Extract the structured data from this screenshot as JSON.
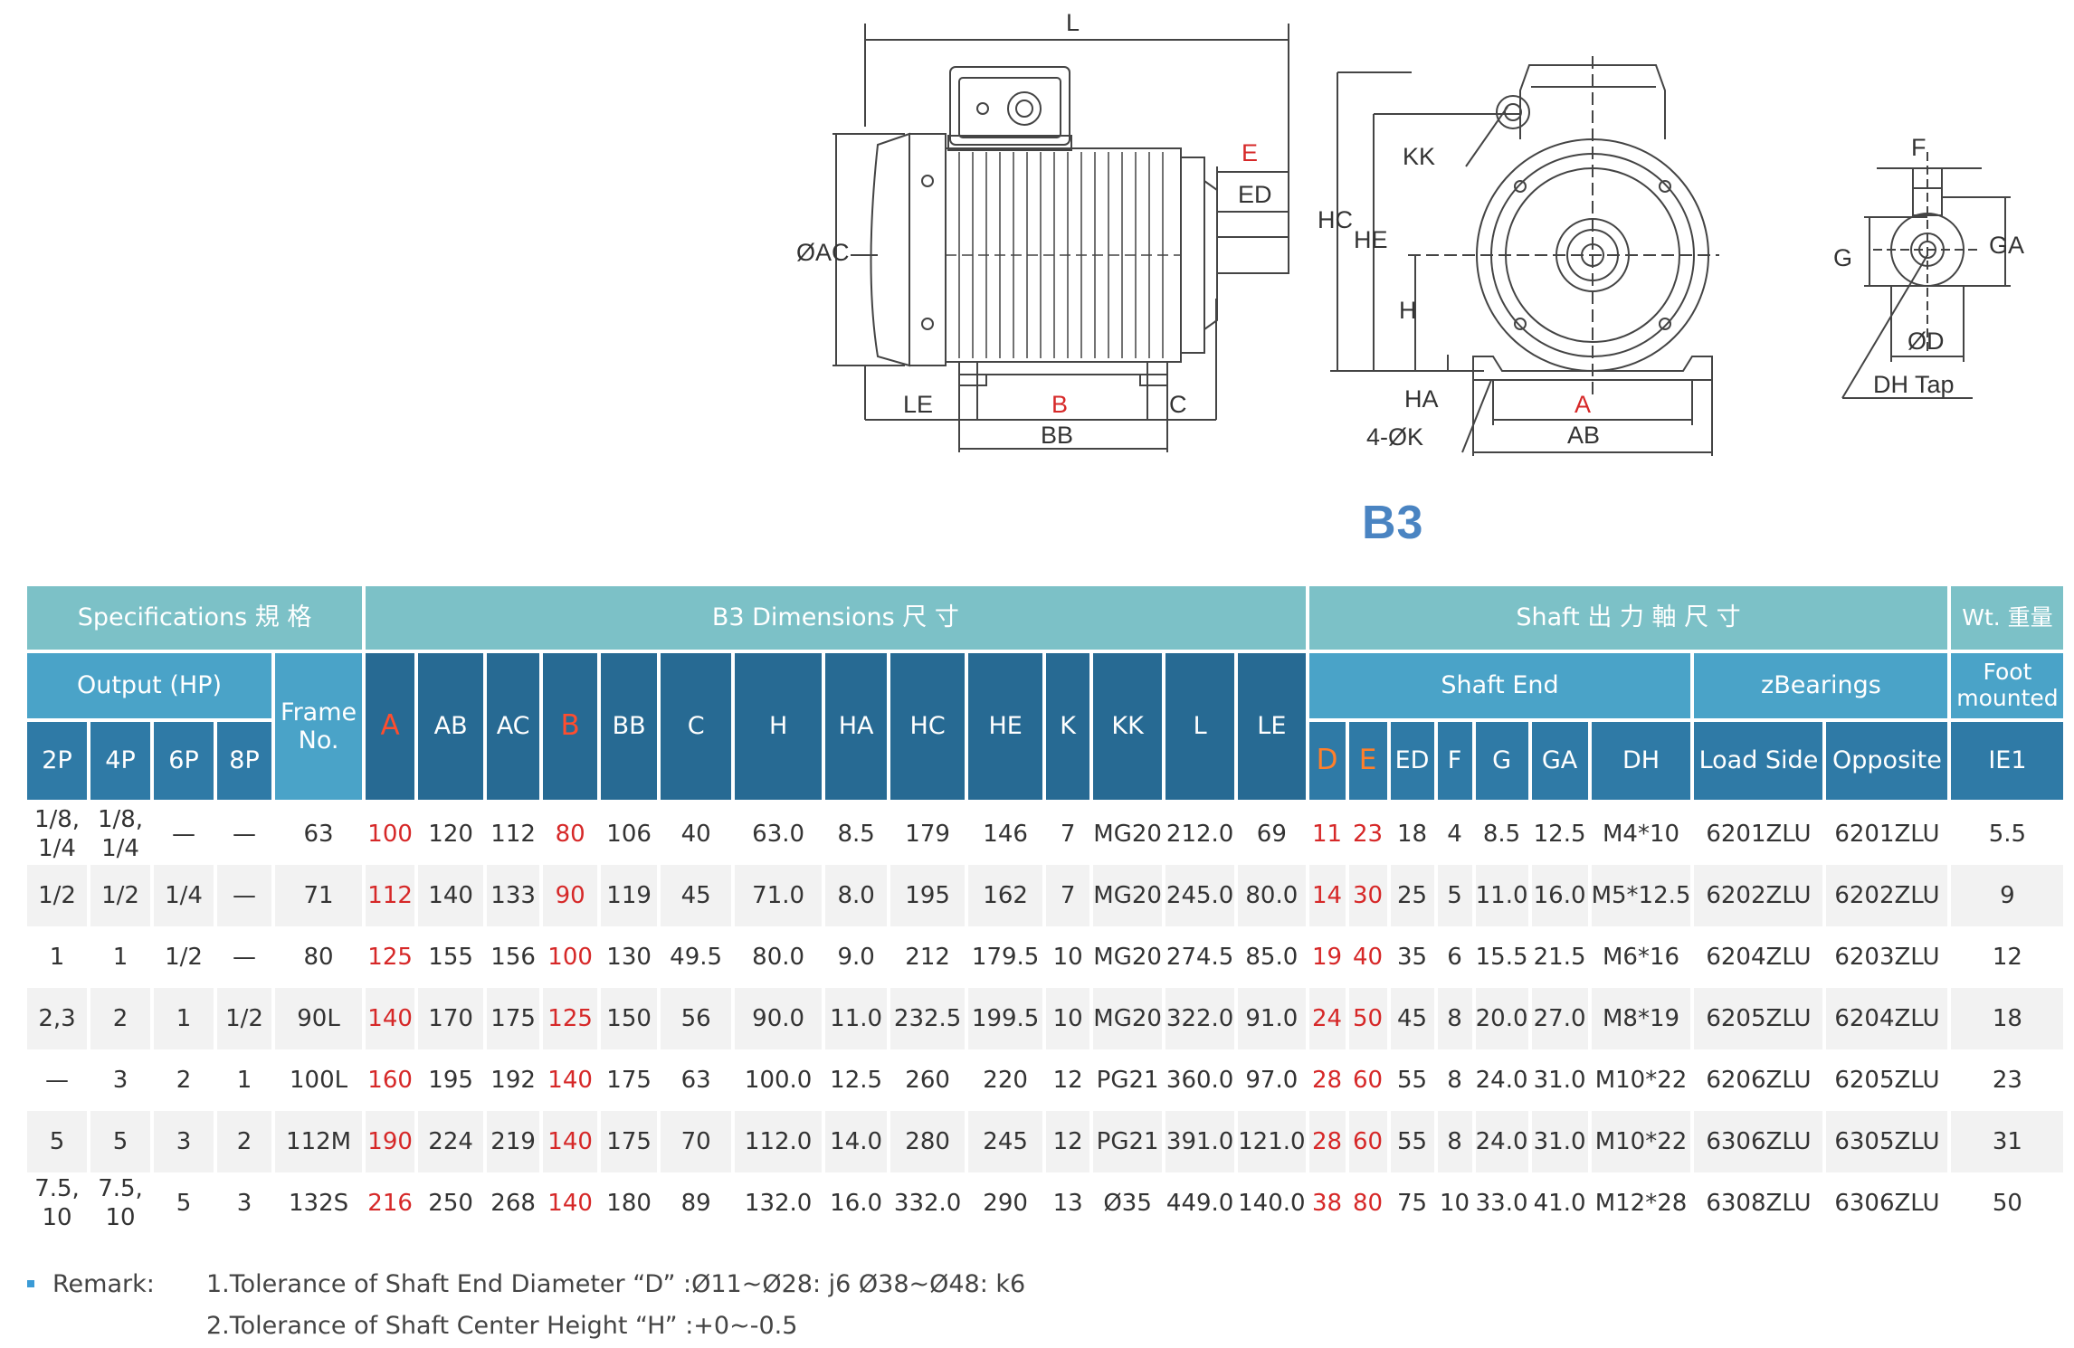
{
  "drawing": {
    "labels": {
      "L": "L",
      "E": "E",
      "ED": "ED",
      "AC": "ØAC",
      "LE": "LE",
      "B": "B",
      "C": "C",
      "BB": "BB",
      "KK": "KK",
      "HC": "HC",
      "HE": "HE",
      "H": "H",
      "HA": "HA",
      "K": "4-ØK",
      "A": "A",
      "AB": "AB",
      "F": "F",
      "G": "G",
      "GA": "GA",
      "D": "ØD",
      "DH": "DH Tap"
    },
    "title": "B3"
  },
  "table": {
    "group_headers": {
      "spec": "Specifications 規 格",
      "dims": "B3 Dimensions 尺 寸",
      "shaft": "Shaft 出 力 軸 尺 寸",
      "wt": "Wt. 重量"
    },
    "sub_headers": {
      "output": "Output (HP)",
      "frame": "Frame No.",
      "shaft_end": "Shaft End",
      "bearings": "zBearings",
      "foot": "Foot mounted"
    },
    "columns": {
      "p2": "2P",
      "p4": "4P",
      "p6": "6P",
      "p8": "8P",
      "A": "A",
      "AB": "AB",
      "AC": "AC",
      "B": "B",
      "BB": "BB",
      "C": "C",
      "H": "H",
      "HA": "HA",
      "HC": "HC",
      "HE": "HE",
      "K": "K",
      "KK": "KK",
      "L": "L",
      "LE": "LE",
      "D": "D",
      "E": "E",
      "ED": "ED",
      "F": "F",
      "G": "G",
      "GA": "GA",
      "DH": "DH",
      "load": "Load Side",
      "opp": "Opposite",
      "ie1": "IE1"
    },
    "rows": [
      {
        "p2": "1/8,\n1/4",
        "p4": "1/8,\n1/4",
        "p6": "—",
        "p8": "—",
        "frame": "63",
        "A": "100",
        "AB": "120",
        "AC": "112",
        "B": "80",
        "BB": "106",
        "C": "40",
        "H": "63.0",
        "HA": "8.5",
        "HC": "179",
        "HE": "146",
        "K": "7",
        "KK": "MG20",
        "L": "212.0",
        "LE": "69",
        "D": "11",
        "E": "23",
        "ED": "18",
        "F": "4",
        "G": "8.5",
        "GA": "12.5",
        "DH": "M4*10",
        "load": "6201ZLU",
        "opp": "6201ZLU",
        "wt": "5.5"
      },
      {
        "p2": "1/2",
        "p4": "1/2",
        "p6": "1/4",
        "p8": "—",
        "frame": "71",
        "A": "112",
        "AB": "140",
        "AC": "133",
        "B": "90",
        "BB": "119",
        "C": "45",
        "H": "71.0",
        "HA": "8.0",
        "HC": "195",
        "HE": "162",
        "K": "7",
        "KK": "MG20",
        "L": "245.0",
        "LE": "80.0",
        "D": "14",
        "E": "30",
        "ED": "25",
        "F": "5",
        "G": "11.0",
        "GA": "16.0",
        "DH": "M5*12.5",
        "load": "6202ZLU",
        "opp": "6202ZLU",
        "wt": "9"
      },
      {
        "p2": "1",
        "p4": "1",
        "p6": "1/2",
        "p8": "—",
        "frame": "80",
        "A": "125",
        "AB": "155",
        "AC": "156",
        "B": "100",
        "BB": "130",
        "C": "49.5",
        "H": "80.0",
        "HA": "9.0",
        "HC": "212",
        "HE": "179.5",
        "K": "10",
        "KK": "MG20",
        "L": "274.5",
        "LE": "85.0",
        "D": "19",
        "E": "40",
        "ED": "35",
        "F": "6",
        "G": "15.5",
        "GA": "21.5",
        "DH": "M6*16",
        "load": "6204ZLU",
        "opp": "6203ZLU",
        "wt": "12"
      },
      {
        "p2": "2,3",
        "p4": "2",
        "p6": "1",
        "p8": "1/2",
        "frame": "90L",
        "A": "140",
        "AB": "170",
        "AC": "175",
        "B": "125",
        "BB": "150",
        "C": "56",
        "H": "90.0",
        "HA": "11.0",
        "HC": "232.5",
        "HE": "199.5",
        "K": "10",
        "KK": "MG20",
        "L": "322.0",
        "LE": "91.0",
        "D": "24",
        "E": "50",
        "ED": "45",
        "F": "8",
        "G": "20.0",
        "GA": "27.0",
        "DH": "M8*19",
        "load": "6205ZLU",
        "opp": "6204ZLU",
        "wt": "18"
      },
      {
        "p2": "—",
        "p4": "3",
        "p6": "2",
        "p8": "1",
        "frame": "100L",
        "A": "160",
        "AB": "195",
        "AC": "192",
        "B": "140",
        "BB": "175",
        "C": "63",
        "H": "100.0",
        "HA": "12.5",
        "HC": "260",
        "HE": "220",
        "K": "12",
        "KK": "PG21",
        "L": "360.0",
        "LE": "97.0",
        "D": "28",
        "E": "60",
        "ED": "55",
        "F": "8",
        "G": "24.0",
        "GA": "31.0",
        "DH": "M10*22",
        "load": "6206ZLU",
        "opp": "6205ZLU",
        "wt": "23"
      },
      {
        "p2": "5",
        "p4": "5",
        "p6": "3",
        "p8": "2",
        "frame": "112M",
        "A": "190",
        "AB": "224",
        "AC": "219",
        "B": "140",
        "BB": "175",
        "C": "70",
        "H": "112.0",
        "HA": "14.0",
        "HC": "280",
        "HE": "245",
        "K": "12",
        "KK": "PG21",
        "L": "391.0",
        "LE": "121.0",
        "D": "28",
        "E": "60",
        "ED": "55",
        "F": "8",
        "G": "24.0",
        "GA": "31.0",
        "DH": "M10*22",
        "load": "6306ZLU",
        "opp": "6305ZLU",
        "wt": "31"
      },
      {
        "p2": "7.5,\n10",
        "p4": "7.5,\n10",
        "p6": "5",
        "p8": "3",
        "frame": "132S",
        "A": "216",
        "AB": "250",
        "AC": "268",
        "B": "140",
        "BB": "180",
        "C": "89",
        "H": "132.0",
        "HA": "16.0",
        "HC": "332.0",
        "HE": "290",
        "K": "13",
        "KK": "Ø35",
        "L": "449.0",
        "LE": "140.0",
        "D": "38",
        "E": "80",
        "ED": "75",
        "F": "10",
        "G": "33.0",
        "GA": "41.0",
        "DH": "M12*28",
        "load": "6308ZLU",
        "opp": "6306ZLU",
        "wt": "50"
      }
    ]
  },
  "remarks": {
    "label": "Remark:",
    "line1": "1.Tolerance of Shaft End Diameter “D” :Ø11~Ø28: j6 Ø38~Ø48: k6",
    "line2": "2.Tolerance of Shaft Center Height “H” :+0~-0.5"
  }
}
